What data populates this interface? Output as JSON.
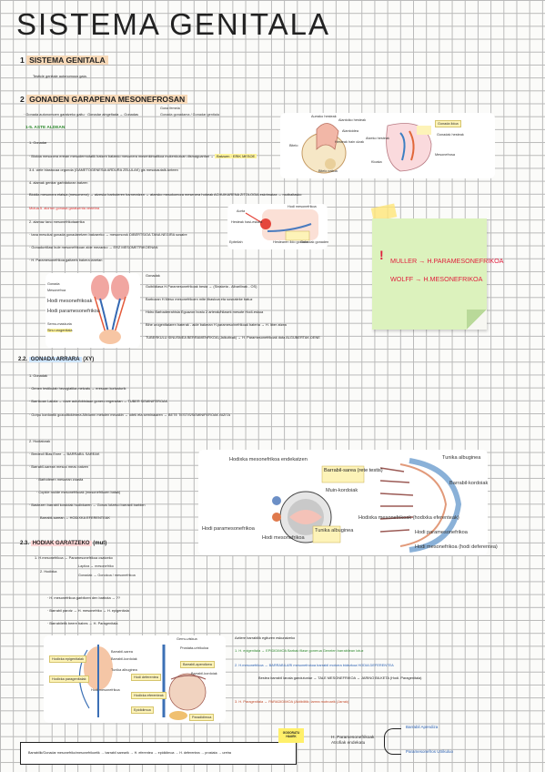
{
  "title": "SISTEMA GENITALA",
  "sections": {
    "s1": {
      "num": "1",
      "heading": "SISTEMA GENITALA",
      "line": "Testicle genitale autonomous gaia."
    },
    "s2": {
      "num": "2",
      "heading": "GONADEN GARAPENA MESONEFROSAN",
      "intro": "· Gonada autonomoen garatzeko gaitu · Gonadar aingeltada → Gonadas",
      "brace1": "Gona femeia",
      "brace2": "Gonada gonadama / Gonadar genitala",
      "week": "1-5. ASTE ALDEAN",
      "lines": [
        "1. Gonadar",
        "· Blokila mesonera eretan mesodermotatik batzen batzeko mesonera mesenkimatikoa mokerdozkan dismaguantan →",
        "3.4. ciele blastocaa orgonda (GAMETOGENESIA ARDURA ZELULAK) gis mesokautalk Anteen",
        "4. alamak genitar garbitaturan batzen",
        "Blokila mesonera etatsia (mesomerra) → atzesko barboteren barneratzen → atzesko mesokomora mesenera hobeak ACHUIKARENA ZITOLOGIA eskrimatza → mutbaltasko",
        "Mutua 5. alorren gonada garatzenta vertebra",
        "2. alamaz tano mesonefrikotaarrika",
        "· tana mesokal gonada gonadaretzen batzareko → mesomorok DIBERTSIOA TANA NEGIRA sosaire",
        "· Gonaduntilasi bule mesonefrikoan alde mezanko → ERZ MESOMETRIKOENAN",
        "· H. Paramesonefrikoa gaitzerk bakera lanetan"
      ]
    },
    "s22": {
      "num": "2.2.",
      "heading": "GONADA ARRARA",
      "suffix": "(XY)",
      "lines": [
        "1. Gonadak",
        "· Genen testikulab hezogiatika metzatu → eresoan kortosturik",
        "· Barrikoan Laitzia → dove autofobistaan gonero ergerartan → TUBER SEMINIFEROAK",
        "· Gorpu kordontik gozoditokimera  Altxiumn metolen mezakin → lotek eta seminalaren → BETE TESTIS/SEMINIFEROAK BIZITA"
      ],
      "lines2": [
        "2. Hodiatorak",
        "· Bredeoli Blas Enee → BARRABIL SAREAK",
        "· Barrabil-sarean mesoo mezu batzen",
        "  · Barboteren mesoean zoasta",
        "  · Copkle molde mesonefrikoak (mesonefrikoen batak)",
        "· Bastezen barrabil kordoiak hodixkaren → Gonos lotzeko barrabil barbien",
        "  Barrabil-sarean → HODIXKA EFERENTEAK"
      ]
    },
    "s23": {
      "num": "2.3.",
      "heading": "HODIAK GARATZEKO",
      "suffix": "(mut)",
      "lines": [
        "1. H.mesonefrikoa → Paramesonefrikoa osatzeko",
        "2. Hodixka",
        "· H. mesonefrikoa garbitzen den barbota → ??",
        "· Barrabil parotz → H. mesonefriko → H. epigenitala",
        "· Barrabiletik beere babes → H. Paragenitala"
      ],
      "brace": [
        "Lapitza → mesonefriko",
        "Gonadak → Gonokoa / mesonefrikoa"
      ],
      "right": [
        "Aztiere barrabilik egituren eskuratzeko",
        "1. H. epigenitala → EPIDIDIMOA Barbak filase gonerua Geneien barrabilean lotuz",
        "2. H.mesonefrikoa → BARRABILARI mesonefrokoa barrabil motorra bidezkoa HODIA DEFERENTEA",
        "Bestea barrabil lanala gandutuniar → TALE MESONEFRIKOA → JARINO BILKETA (Hodi. Paragenitala)",
        "3. H. Paragenitala → PARADIDIMOA (Aktibilitik; larrea motroarik (Jarrak)"
      ],
      "embrion_label": "H. Paramesonefrikoak Atrofiak endekatu",
      "embrion_out1": "Barrabil Apendiza",
      "embrion_out2": "Paramesonefros Utrikuluo"
    },
    "footer": {
      "badge": "GOGORATU HAUEK",
      "text": "Barrabilik/Gonadar mesonefriko/mesonefrikoetik → barrabil sarearik → H. eferentea → epididimoa → H. deferentea → prostata → uretra"
    }
  },
  "figures": {
    "fig1": {
      "labels": [
        "Aurrako hesteak",
        "Alantoiko hesteak",
        "Alantoidea",
        "Bitelo",
        "Hesteak hain ulzak",
        "Atzeko hesteak",
        "Bitelo zakua",
        "Gonada ildoa",
        "Gonadak hesteak",
        "Kloaka",
        "Mesonefrosa"
      ]
    },
    "fig2": {
      "labels": [
        "Aorta",
        "Hodi mesonefrikoa",
        "Hesteak hasi-eskala",
        "Epiteliah",
        "Hestearen ildo gonada",
        "Gonadak gonaden"
      ]
    },
    "fig3": {
      "labels": [
        "Gonada",
        "Mesonefroa",
        "Hodi mesonefrikoak",
        "Hodi paramesonefrikoa",
        "Sernu-maskuria",
        "Sinu urogenitala"
      ],
      "right_text": [
        "Gonadak",
        "Guibildiasa H.Paramesonefrikoak besta → (Sinaketa - Albarilinak - OS)",
        "Barbozan H.Meso mesonefrikoen mite libaskoa eta sosnateke batuz",
        "Hidro Barbaderrahisia Eguazon bostu 2 arterak/hilasek mesote Hodi-eskua",
        "Bihe urogenitalaren baterak - alde bakeran H.parameso/nefrikoak bateria → H. liber atzea",
        "TUBERKULU SINUSMEA BERRAMENFIKOA (Jalkuitxak) → H. Paramesonefrikoak duta ALGUBERTAK DENE"
      ]
    },
    "fig4": {
      "labels": [
        "Hodixka mesonefrikoa endekatzen",
        "Barrabil-sarea (rete testis)",
        "Muin-kordoiak",
        "Tunika albuginea",
        "Hodi paramesonefrikoa",
        "Hodi mesonefrikoa",
        "Hodixka mesonefrikoak (hodixka eferenteak)",
        "Tunika albuginea",
        "Barrabil-kordoiak",
        "Hodi paramesonefrikoa",
        "Hodi mesonefrikoa (hodi deferentea)"
      ]
    },
    "fig5": {
      "labels": [
        "Hodixka epigenitalak",
        "Hodixka paragenitalak",
        "Barrabil-sarea",
        "Barrabil-kordoiak",
        "Tunika albuginea",
        "Hodi mesonefrikoa",
        "Gernu-ziskua",
        "Prostata-urtrikuloa",
        "Hodi deferentea",
        "Hodixka eferenteak",
        "Barrabil-apendizea",
        "Barrabil-kordoiak",
        "Epididimoa",
        "Paradidimoa"
      ]
    }
  },
  "sticky": {
    "mark": "!",
    "line1": "MULLER → H.PARAMESONEFRIKOA",
    "line2": "WOLFF → H.MESONEFRIKOA"
  },
  "colors": {
    "highlight_orange": "#f7d9b8",
    "highlight_yellow": "#fff49a",
    "sticky_green": "#dcf2bd",
    "accent_red": "#e01f3d"
  }
}
